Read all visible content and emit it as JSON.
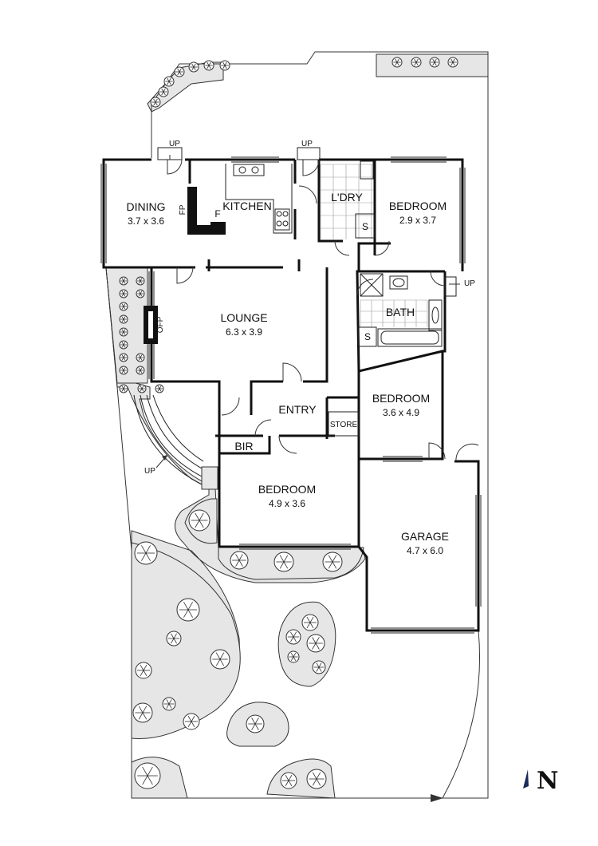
{
  "rooms": {
    "dining": {
      "name": "DINING",
      "dims": "3.7 x 3.6"
    },
    "kitchen": {
      "name": "KITCHEN"
    },
    "laundry": {
      "name": "L'DRY"
    },
    "bedroom1": {
      "name": "BEDROOM",
      "dims": "2.9 x 3.7"
    },
    "lounge": {
      "name": "LOUNGE",
      "dims": "6.3 x 3.9"
    },
    "bath": {
      "name": "BATH"
    },
    "entry": {
      "name": "ENTRY"
    },
    "store": {
      "name": "STORE"
    },
    "bedroom2": {
      "name": "BEDROOM",
      "dims": "3.6 x 4.9"
    },
    "bir": {
      "name": "BIR"
    },
    "bedroom3": {
      "name": "BEDROOM",
      "dims": "4.9 x 3.6"
    },
    "garage": {
      "name": "GARAGE",
      "dims": "4.7 x 6.0"
    }
  },
  "labels": {
    "up": "UP",
    "fp": "FP",
    "fridge": "F",
    "ofp": "OFP",
    "shower": "S"
  },
  "compass": {
    "letter": "N"
  }
}
